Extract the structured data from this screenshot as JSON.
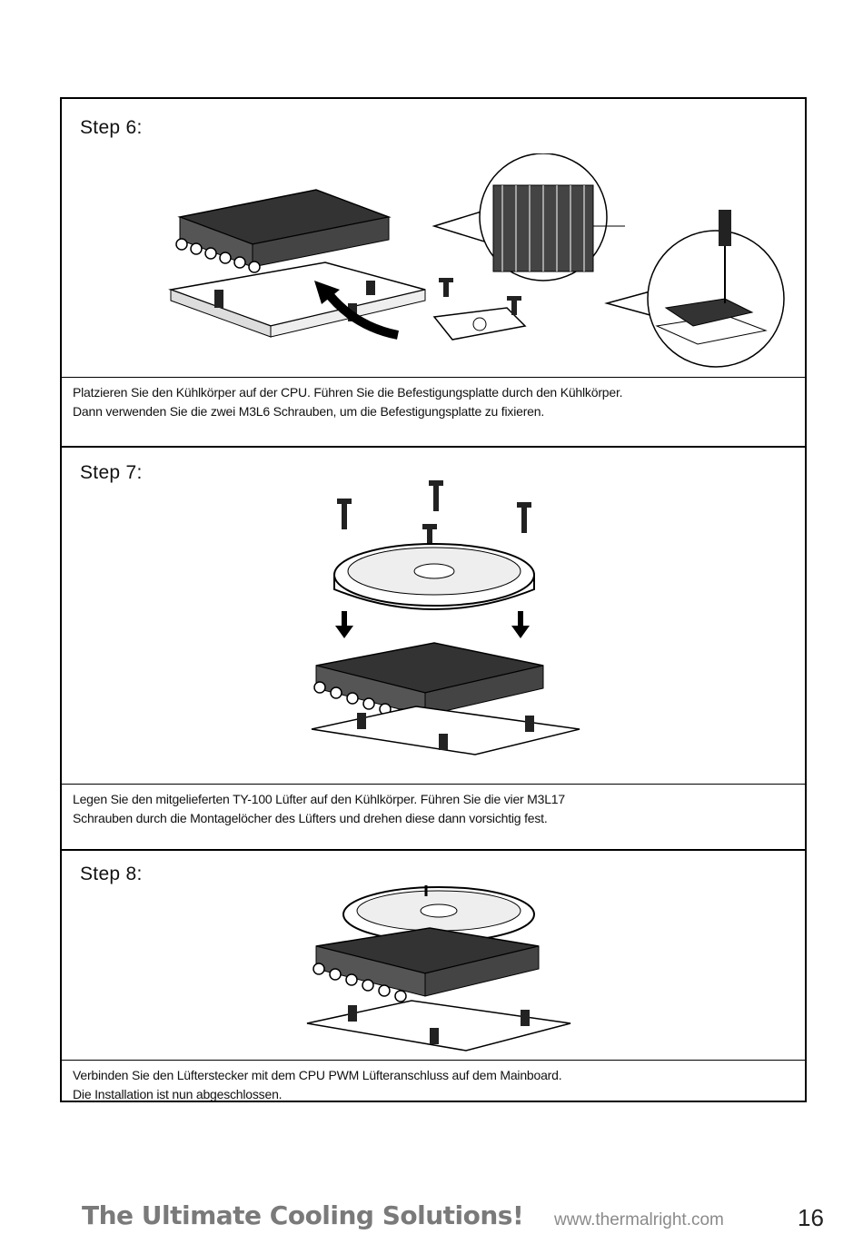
{
  "steps": [
    {
      "title": "Step 6:",
      "caption_lines": [
        "Platzieren Sie den Kühlkörper auf der CPU. Führen Sie die Befestigungsplatte durch den Kühlkörper.",
        "Dann verwenden Sie die zwei M3L6 Schrauben, um die Befestigungsplatte zu fixieren."
      ]
    },
    {
      "title": "Step 7:",
      "caption_lines": [
        "Legen Sie den mitgelieferten TY-100 Lüfter auf den Kühlkörper. Führen Sie die vier M3L17",
        "Schrauben durch die Montagelöcher des Lüfters und drehen diese dann vorsichtig fest."
      ]
    },
    {
      "title": "Step 8:",
      "caption_lines": [
        "Verbinden Sie den Lüfterstecker mit dem CPU PWM Lüfteranschluss auf dem Mainboard.",
        "Die Installation ist nun abgeschlossen."
      ]
    }
  ],
  "footer": {
    "slogan": "The Ultimate Cooling Solutions!",
    "url": "www.thermalright.com",
    "page_number": "16"
  }
}
